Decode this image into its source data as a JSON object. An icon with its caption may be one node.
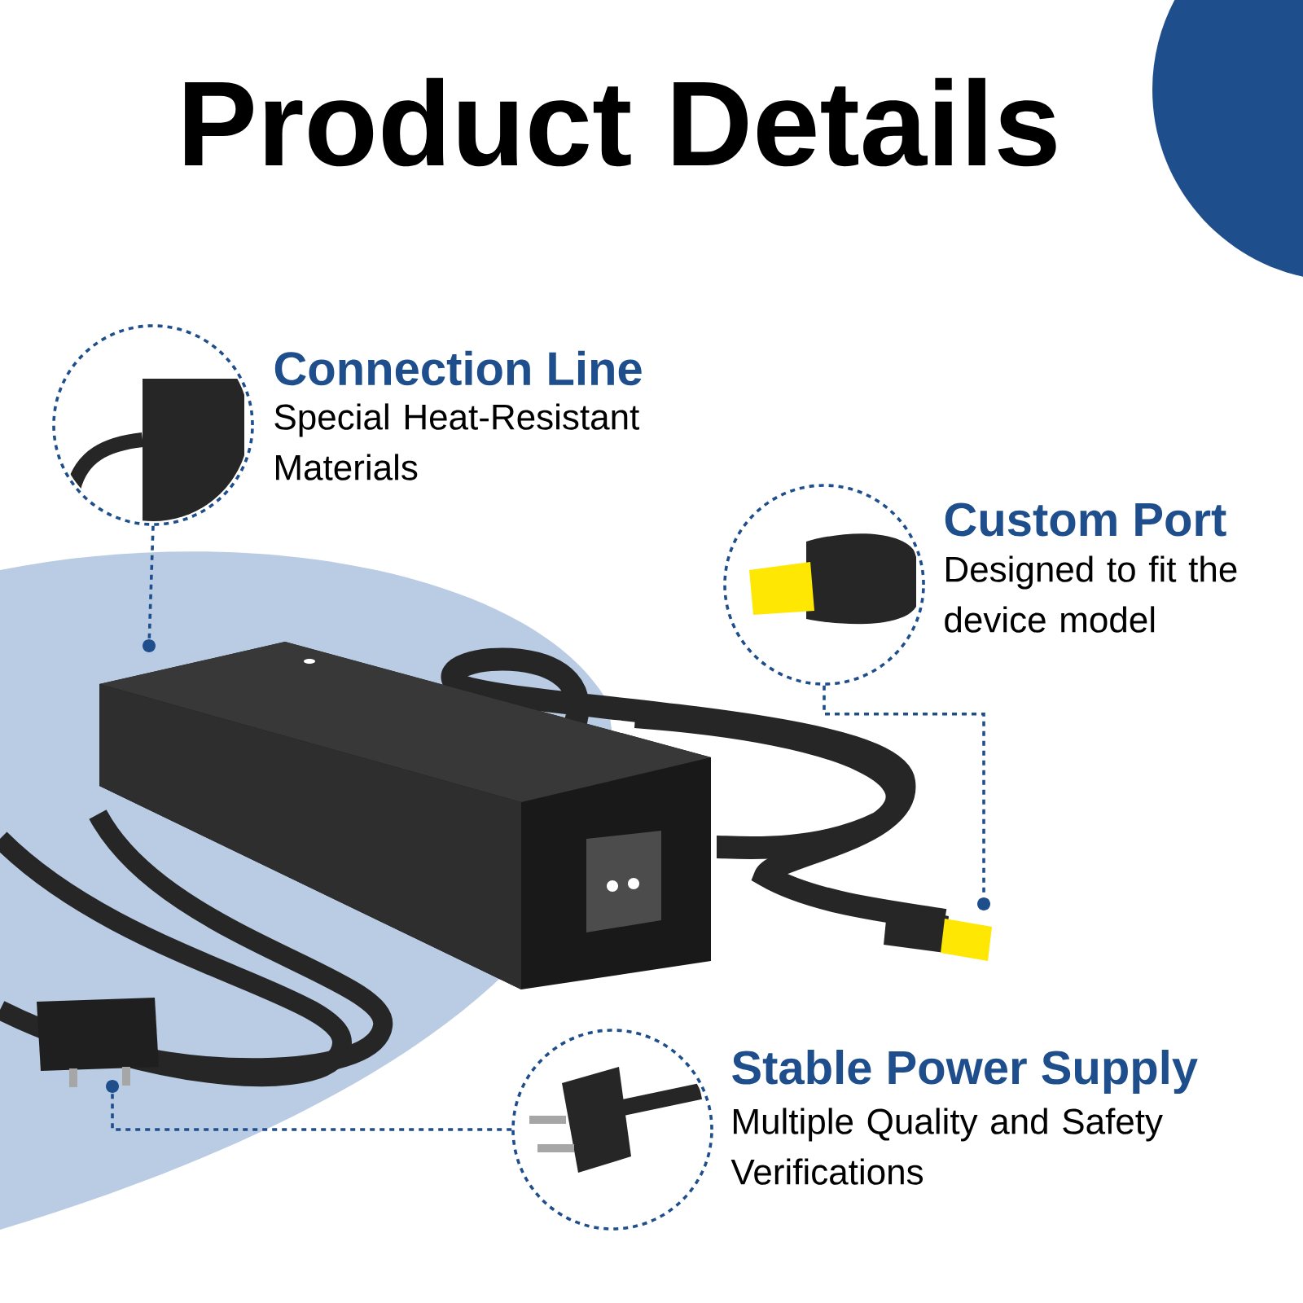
{
  "diagram": {
    "title": "Product Details",
    "nodes": [
      {
        "text": [
          "Connection Line",
          "Special Heat-Resistant Materials"
        ]
      },
      {
        "text": [
          "Custom Port",
          "Designed to fit the device model"
        ]
      },
      {
        "text": [
          "Stable Power Supply",
          "Multiple Quality and Safety Verifications"
        ]
      },
      {
        "text": [],
        "shape": "circle"
      },
      {
        "text": [],
        "shape": "circle"
      },
      {
        "text": [],
        "shape": "circle"
      }
    ],
    "edges": [
      {
        "from": 0,
        "to": 3,
        "arrow": "none",
        "style": "dashed"
      },
      {
        "from": 1,
        "to": 4,
        "arrow": "none",
        "style": "dashed"
      },
      {
        "from": 2,
        "to": 5,
        "arrow": "none",
        "style": "dashed"
      }
    ]
  }
}
